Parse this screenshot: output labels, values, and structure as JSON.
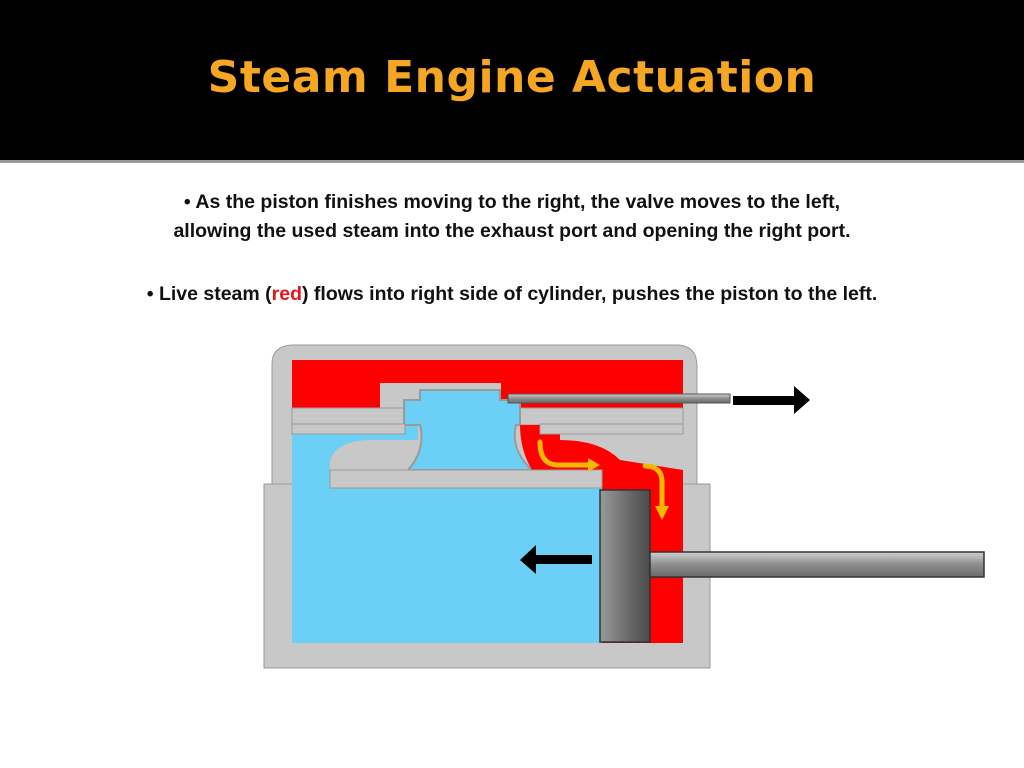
{
  "title": "Steam Engine Actuation",
  "bullets": [
    {
      "marker": "•",
      "line1": "As the piston finishes moving to the right, the valve moves to the left,",
      "line2": "allowing the used steam into the exhaust port and opening the right port."
    },
    {
      "marker": "•",
      "before": "Live steam (",
      "highlight": "red",
      "after": ") flows into right side of cylinder, pushes the piston to the left."
    }
  ],
  "colors": {
    "title_text": "#f5a623",
    "title_background": "#000000",
    "live_steam": "#ff0000",
    "exhaust_steam": "#6ccff6",
    "casing": "#c8c8c8",
    "flow_arrow": "#f5b800",
    "motion_arrow": "#000000"
  },
  "diagram": {
    "parts": [
      "steam-chest",
      "slide-valve",
      "cylinder",
      "piston",
      "piston-rod",
      "valve-rod"
    ],
    "motion": {
      "valve": "right",
      "piston": "left"
    }
  }
}
